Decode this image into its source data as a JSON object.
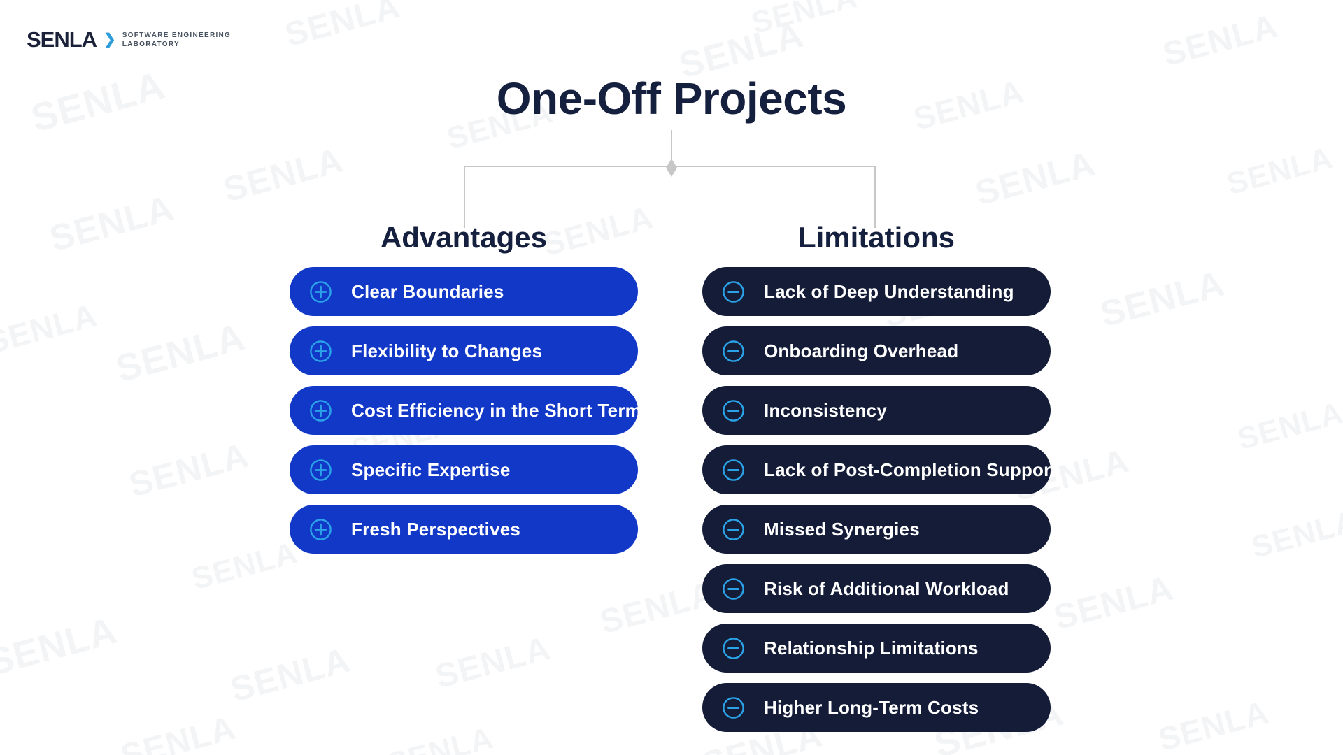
{
  "brand": {
    "logo_text": "SENLA",
    "chevron_icon": "chevron-right-icon",
    "tagline_line1": "SOFTWARE ENGINEERING",
    "tagline_line2": "LABORATORY"
  },
  "title": "One-Off Projects",
  "watermark": {
    "text": "SENLA"
  },
  "colors": {
    "background": "#ffffff",
    "advantage_pill": "#1238c8",
    "limitation_pill": "#141c38",
    "icon_accent": "#2ba3e8",
    "heading_text": "#151f3e",
    "pill_text": "#ffffff",
    "connector": "#c7c7c8",
    "watermark": "#f3f4f6"
  },
  "columns": {
    "advantages": {
      "heading": "Advantages",
      "icon": "plus-circle-icon",
      "items": [
        "Clear Boundaries",
        "Flexibility to Changes",
        "Cost Efficiency in the Short Term",
        "Specific Expertise",
        "Fresh Perspectives"
      ]
    },
    "limitations": {
      "heading": "Limitations",
      "icon": "minus-circle-icon",
      "items": [
        "Lack of Deep Understanding",
        "Onboarding Overhead",
        "Inconsistency",
        "Lack of Post-Completion Support",
        "Missed Synergies",
        "Risk of Additional Workload",
        "Relationship Limitations",
        "Higher Long-Term Costs"
      ]
    }
  }
}
